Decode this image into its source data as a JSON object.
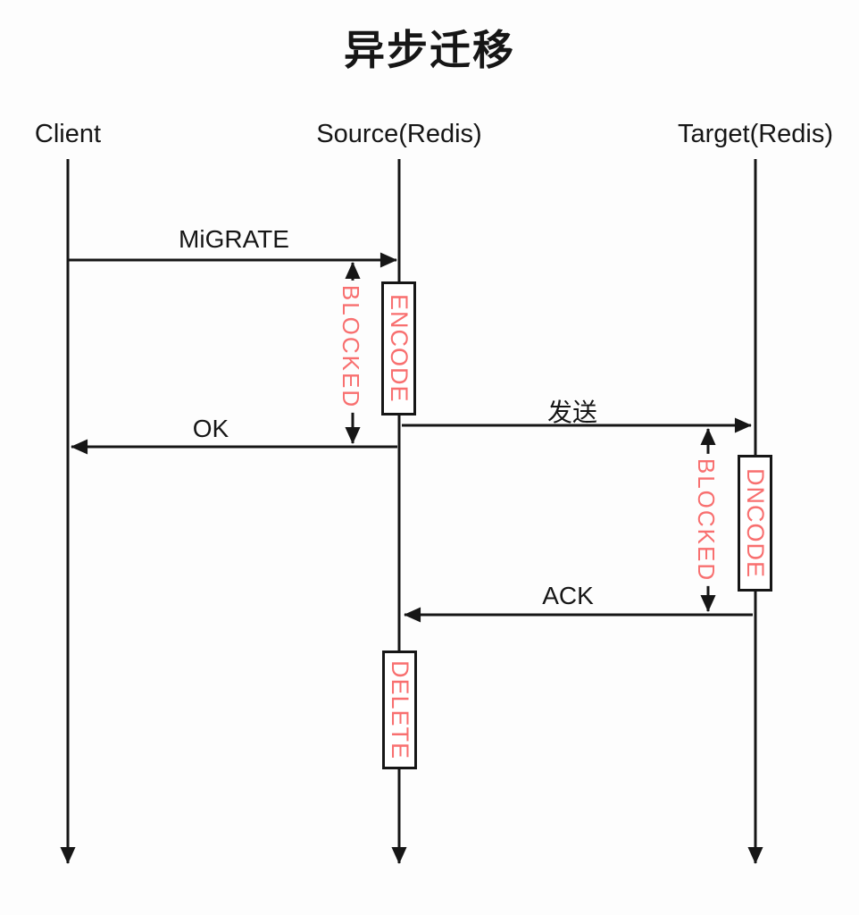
{
  "title": "异步迁移",
  "colors": {
    "line": "#161616",
    "accent": "#f86f6f",
    "background": "#fdfdfd"
  },
  "lifelines": [
    {
      "label": "Client"
    },
    {
      "label": "Source(Redis)"
    },
    {
      "label": "Target(Redis)"
    }
  ],
  "messages": [
    {
      "label": "MiGRATE",
      "from": "Client",
      "to": "Source(Redis)"
    },
    {
      "label": "发送",
      "from": "Source(Redis)",
      "to": "Target(Redis)"
    },
    {
      "label": "OK",
      "from": "Source(Redis)",
      "to": "Client"
    },
    {
      "label": "ACK",
      "from": "Target(Redis)",
      "to": "Source(Redis)"
    }
  ],
  "blocked": [
    {
      "label": "BLOCKED",
      "lifeline": "Source(Redis)"
    },
    {
      "label": "BLOCKED",
      "lifeline": "Target(Redis)"
    }
  ],
  "activations": [
    {
      "label": "ENCODE",
      "lifeline": "Source(Redis)"
    },
    {
      "label": "DNCODE",
      "lifeline": "Target(Redis)"
    },
    {
      "label": "DELETE",
      "lifeline": "Source(Redis)"
    }
  ]
}
